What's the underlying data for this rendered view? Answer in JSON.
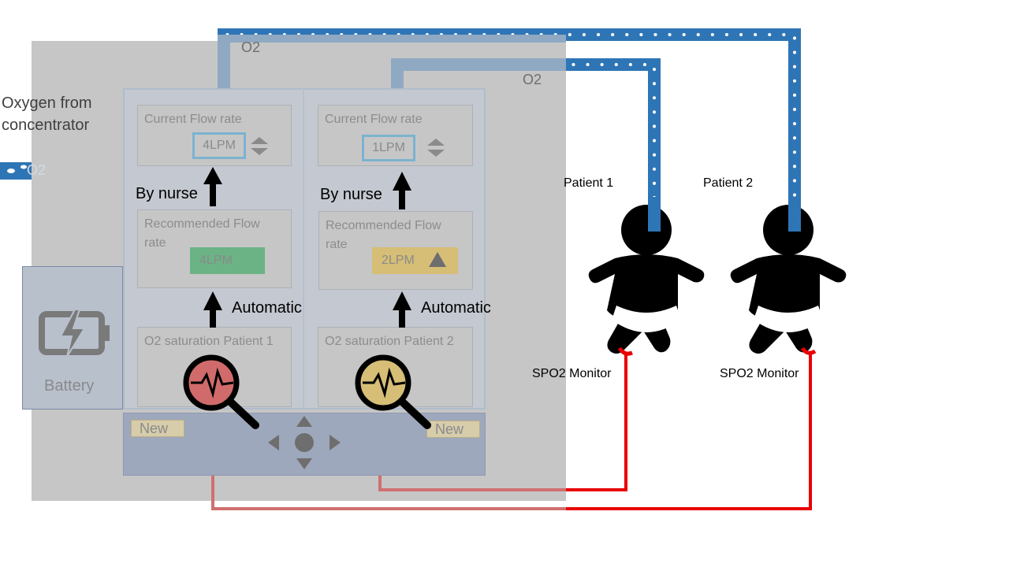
{
  "source": {
    "label_line1": "Oxygen from",
    "label_line2": "concentrator",
    "inlet_label": "O2"
  },
  "tubes": {
    "label_patient1_line": "O2",
    "label_patient2_line": "O2"
  },
  "columns": [
    {
      "current_title": "Current Flow rate",
      "current_value": "4LPM",
      "nurse_label": "By nurse",
      "recommended_title": "Recommended Flow rate",
      "recommended_value": "4LPM",
      "recommended_color": "#6bb385",
      "auto_label": "Automatic",
      "saturation_title": "O2 saturation Patient 1",
      "monitor_icon_color": "#d16b6b",
      "new_label": "New"
    },
    {
      "current_title": "Current Flow rate",
      "current_value": "1LPM",
      "nurse_label": "By nurse",
      "recommended_title": "Recommended Flow rate",
      "recommended_value": "2LPM",
      "recommended_color": "#d6be76",
      "recommended_icon": "triangle-up-icon",
      "auto_label": "Automatic",
      "saturation_title": "O2 saturation Patient 2",
      "monitor_icon_color": "#d6be76",
      "new_label": "New"
    }
  ],
  "battery": {
    "label": "Battery",
    "icon": "battery-charging-icon"
  },
  "navigation": {
    "icon": "dpad-icon"
  },
  "patients": [
    {
      "label": "Patient 1",
      "monitor_label": "SPO2 Monitor",
      "icon": "baby-icon"
    },
    {
      "label": "Patient 2",
      "monitor_label": "SPO2 Monitor",
      "icon": "baby-icon"
    }
  ],
  "colors": {
    "tube": "#2e75b6",
    "signal_wire": "#e80000",
    "device": "#c6c6c6",
    "panel": "#c4c8d0"
  }
}
